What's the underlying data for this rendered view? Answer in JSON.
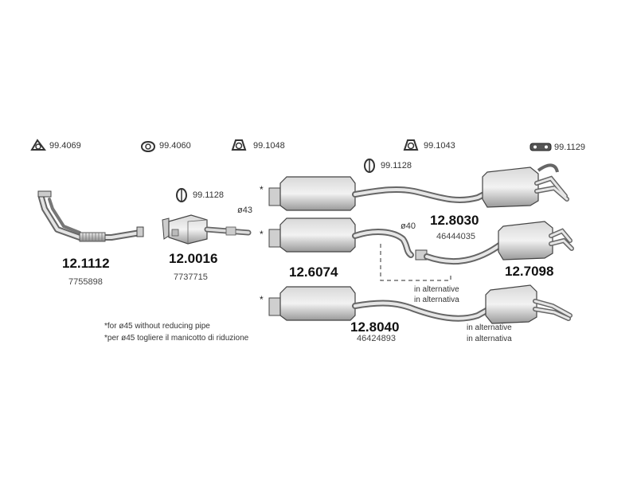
{
  "gaskets": [
    {
      "code": "99.4069",
      "icon": "ring-gasket-icon"
    },
    {
      "code": "99.4060",
      "icon": "oval-gasket-icon"
    },
    {
      "code": "99.1048",
      "icon": "hanger-rubber-icon"
    },
    {
      "code": "99.1043",
      "icon": "hanger-rubber-icon"
    },
    {
      "code": "99.1129",
      "icon": "hanger-strap-icon"
    },
    {
      "code": "99.1128",
      "icon": "double-ring-hanger-icon"
    },
    {
      "code": "99.1128",
      "icon": "double-ring-hanger-icon"
    }
  ],
  "parts": [
    {
      "code": "12.1112",
      "oem": "7755898",
      "icon": "front-pipe-icon"
    },
    {
      "code": "12.0016",
      "oem": "7737715",
      "icon": "catalytic-converter-icon"
    },
    {
      "code": "12.6074",
      "oem": "",
      "icon": "middle-silencer-icon"
    },
    {
      "code": "12.8030",
      "oem": "46444035",
      "icon": "rear-silencer-icon"
    },
    {
      "code": "12.7098",
      "oem": "",
      "icon": "rear-silencer-icon"
    },
    {
      "code": "12.8040",
      "oem": "46424893",
      "icon": "rear-silencer-icon"
    }
  ],
  "diameters": {
    "d43": "ø43",
    "d40": "ø40"
  },
  "markers": {
    "asterisk": "*"
  },
  "alternative_notes": {
    "a1": "in alternative",
    "a2": "in alternativa",
    "b1": "in alternative",
    "b2": "in alternativa"
  },
  "footnotes": {
    "en": "*for ø45 without reducing pipe",
    "it": "*per ø45 togliere il manicotto di riduzione"
  }
}
